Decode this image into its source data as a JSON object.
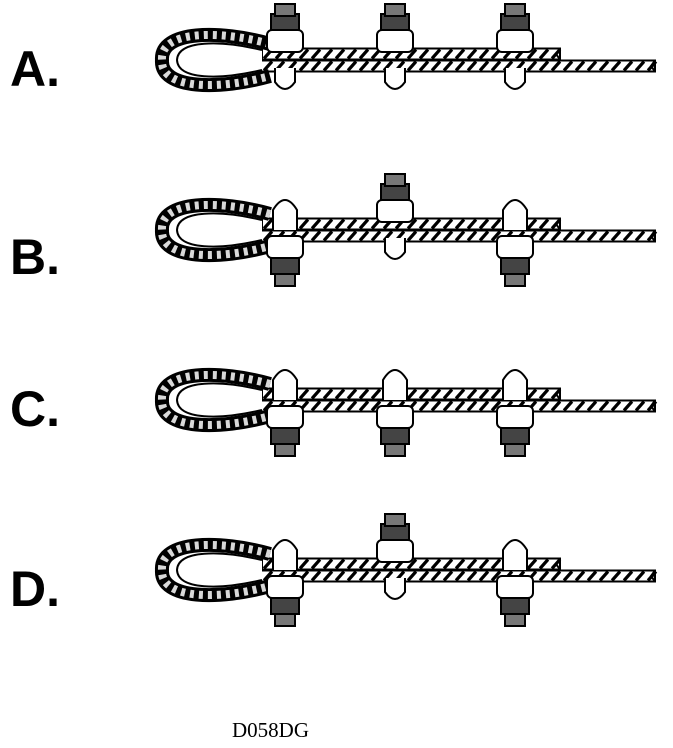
{
  "options": [
    {
      "id": "A",
      "label": "A."
    },
    {
      "id": "B",
      "label": "B."
    },
    {
      "id": "C",
      "label": "C."
    },
    {
      "id": "D",
      "label": "D."
    }
  ],
  "figure_code": "D058DG",
  "colors": {
    "ink": "#000000",
    "paper": "#ffffff",
    "strand": "#d9d9d9"
  },
  "icons": [
    "thimble-icon",
    "wire-rope-icon",
    "u-bolt-clip-icon"
  ]
}
